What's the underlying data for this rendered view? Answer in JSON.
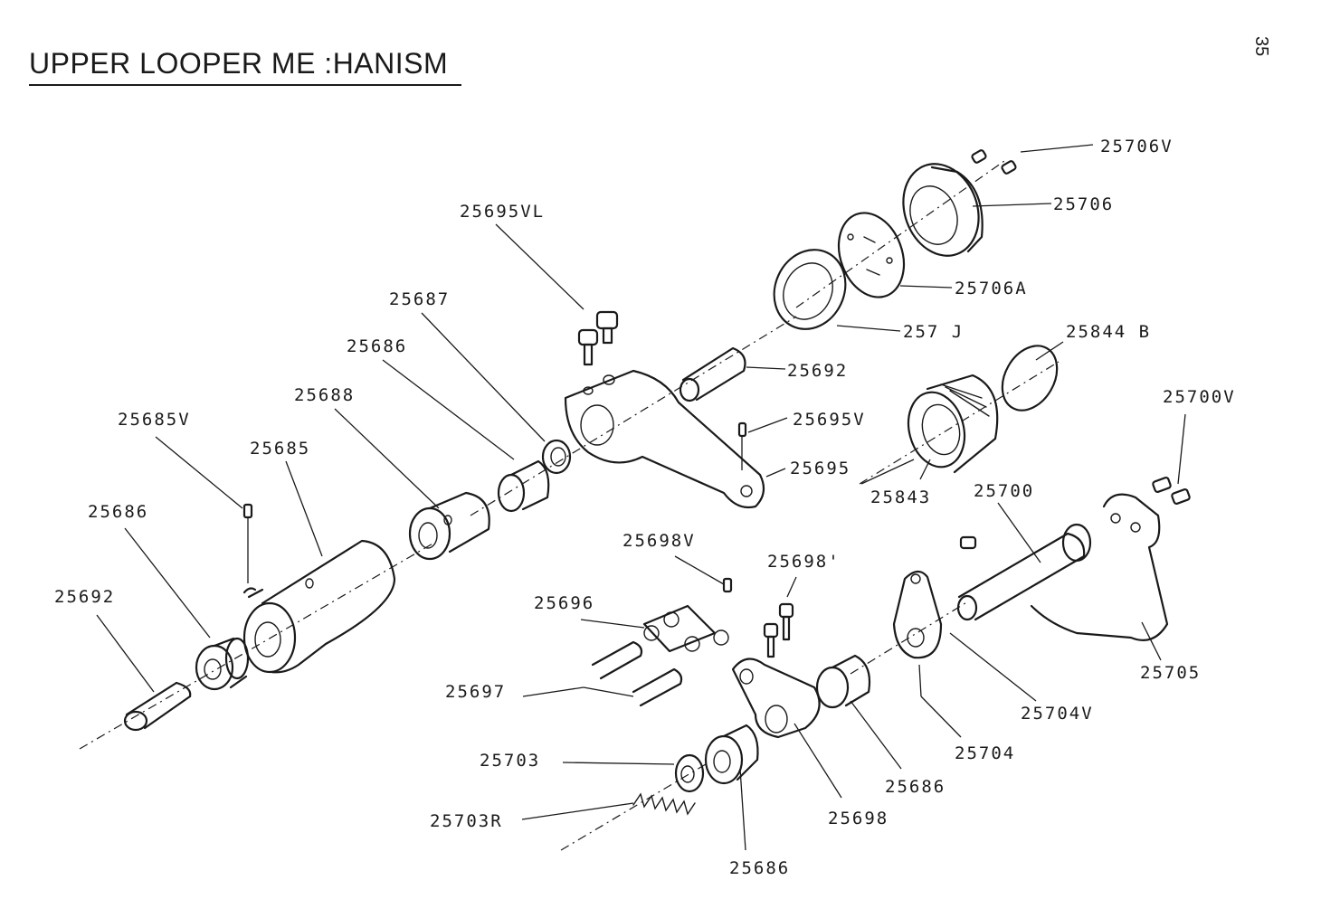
{
  "title": "UPPER LOOPER ME :HANISM",
  "page_number": "35",
  "labels": {
    "l_25706V": "25706V",
    "l_25706": "25706",
    "l_25706A": "25706A",
    "l_257J": "257  J",
    "l_25844B": "25844 B",
    "l_25700V": "25700V",
    "l_25695VL": "25695VL",
    "l_25687": "25687",
    "l_25686_a": "25686",
    "l_25688": "25688",
    "l_25685V": "25685V",
    "l_25685": "25685",
    "l_25686_b": "25686",
    "l_25692_a": "25692",
    "l_25692_b": "25692",
    "l_25695V": "25695V",
    "l_25695": "25695",
    "l_25843": "25843",
    "l_25700": "25700",
    "l_25698V": "25698V",
    "l_25698p": "25698'",
    "l_25696": "25696",
    "l_25697": "25697",
    "l_25703": "25703",
    "l_25703R": "25703R",
    "l_25686_c": "25686",
    "l_25698": "25698",
    "l_25686_d": "25686",
    "l_25704": "25704",
    "l_25704V": "25704V",
    "l_25705": "25705"
  }
}
